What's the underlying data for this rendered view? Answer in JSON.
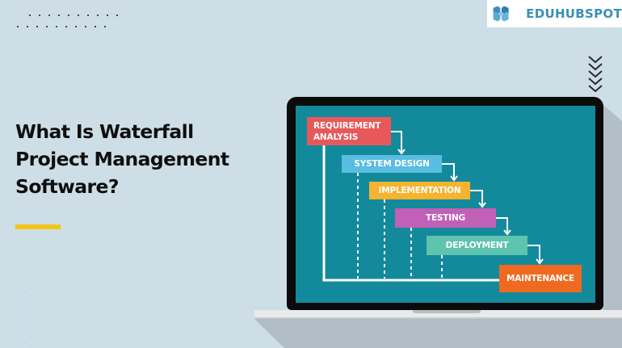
{
  "brand": {
    "name": "EDUHUBSPOT",
    "logo_icon": "hexagon-cube-logo-icon",
    "color": "#3a8fb7"
  },
  "headline": {
    "lines": [
      "What Is Waterfall",
      "Project Management",
      "Software?"
    ],
    "accent_color": "#f5c418"
  },
  "decor": {
    "scroll_icon": "chevrons-down-icon",
    "background_color": "#cddee6"
  },
  "diagram": {
    "screen_color": "#138a9c",
    "stages": [
      {
        "label_line1": "REQUIREMENT",
        "label_line2": "ANALYSIS",
        "color": "#e8585a"
      },
      {
        "label": "SYSTEM DESIGN",
        "color": "#58bde0"
      },
      {
        "label": "IMPLEMENTATION",
        "color": "#f6b32f"
      },
      {
        "label": "TESTING",
        "color": "#c160b6"
      },
      {
        "label": "DEPLOYMENT",
        "color": "#5ec4ae"
      },
      {
        "label": "MAINTENANCE",
        "color": "#ef6a20"
      }
    ]
  }
}
